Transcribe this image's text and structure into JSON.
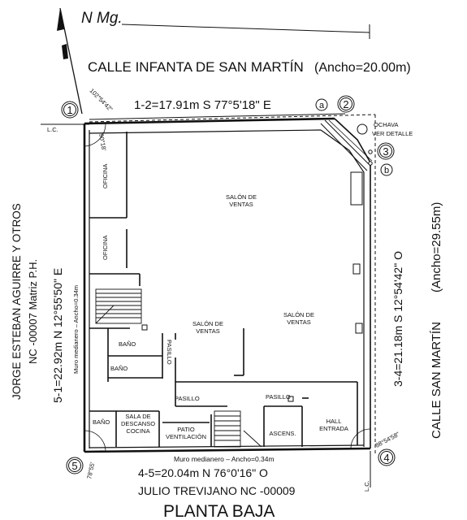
{
  "north": "N Mg.",
  "streets": {
    "top": "CALLE INFANTA DE SAN MARTÍN",
    "top_width": "(Ancho=20.00m)",
    "right": "CALLE SAN MARTÍN",
    "right_width": "(Ancho=29.55m)"
  },
  "neighbors": {
    "left_line1": "JORGE ESTEBAN AGUIRRE Y OTROS",
    "left_line2": "NC -00007 Matriz P.H.",
    "bottom": "JULIO TREVIJANO NC -00009"
  },
  "boundaries": {
    "top": "1-2=17.91m S 77°5'18\" E",
    "right": "3-4=21.18m S 12°54'42\" O",
    "bottom": "4-5=20.04m N 76°0'16\" O",
    "left": "5-1=22.92m N 12°55'50\" E"
  },
  "points": [
    "1",
    "2",
    "3",
    "4",
    "5"
  ],
  "letters": [
    "a",
    "b"
  ],
  "angles": {
    "p1_a": "102°54'42\"",
    "p1_b": "90°18'",
    "p4": "88°54'58\"",
    "p5": "78°55'"
  },
  "lc": "L.C.",
  "ochava_line1": "OCHAVA",
  "ochava_line2": "VER DETALLE",
  "party_wall": "Muro medianero",
  "party_wall_width": "Ancho=0.34m",
  "rooms": {
    "oficina": "OFICINA",
    "salon_1": "SALÓN DE",
    "salon_2": "VENTAS",
    "bano": "BAÑO",
    "pasillo": "PASILLO",
    "sala_1": "SALA DE",
    "sala_2": "DESCANSO",
    "sala_3": "COCINA",
    "patio_1": "PATIO",
    "patio_2": "VENTILACIÓN",
    "ascens": "ASCENS.",
    "hall_1": "HALL",
    "hall_2": "ENTRADA"
  },
  "title": "PLANTA BAJA"
}
